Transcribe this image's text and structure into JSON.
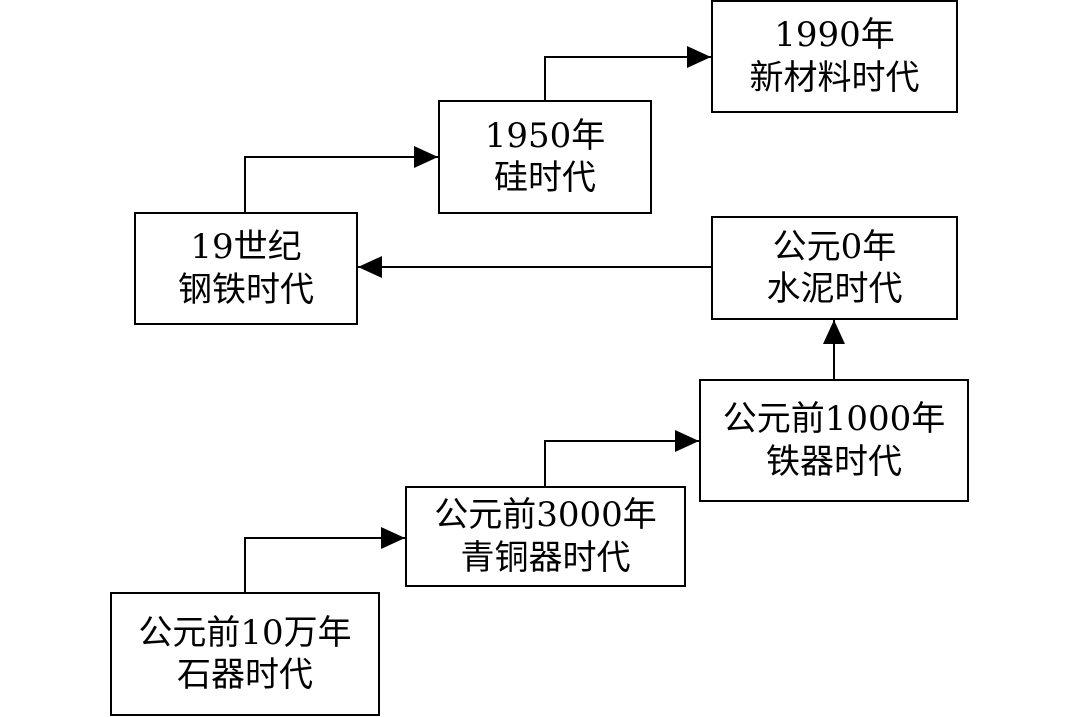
{
  "nodes": [
    {
      "id": "n1",
      "year": "公元前10万年",
      "era": "石器时代"
    },
    {
      "id": "n2",
      "year": "公元前3000年",
      "era": "青铜器时代"
    },
    {
      "id": "n3",
      "year": "公元前1000年",
      "era": "铁器时代"
    },
    {
      "id": "n4",
      "year": "公元0年",
      "era": "水泥时代"
    },
    {
      "id": "n5",
      "year": "19世纪",
      "era": "钢铁时代"
    },
    {
      "id": "n6",
      "year": "1950年",
      "era": "硅时代"
    },
    {
      "id": "n7",
      "year": "1990年",
      "era": "新材料时代"
    }
  ],
  "edges": [
    {
      "from": "n1",
      "to": "n2"
    },
    {
      "from": "n2",
      "to": "n3"
    },
    {
      "from": "n3",
      "to": "n4"
    },
    {
      "from": "n4",
      "to": "n5"
    },
    {
      "from": "n5",
      "to": "n6"
    },
    {
      "from": "n6",
      "to": "n7"
    }
  ]
}
